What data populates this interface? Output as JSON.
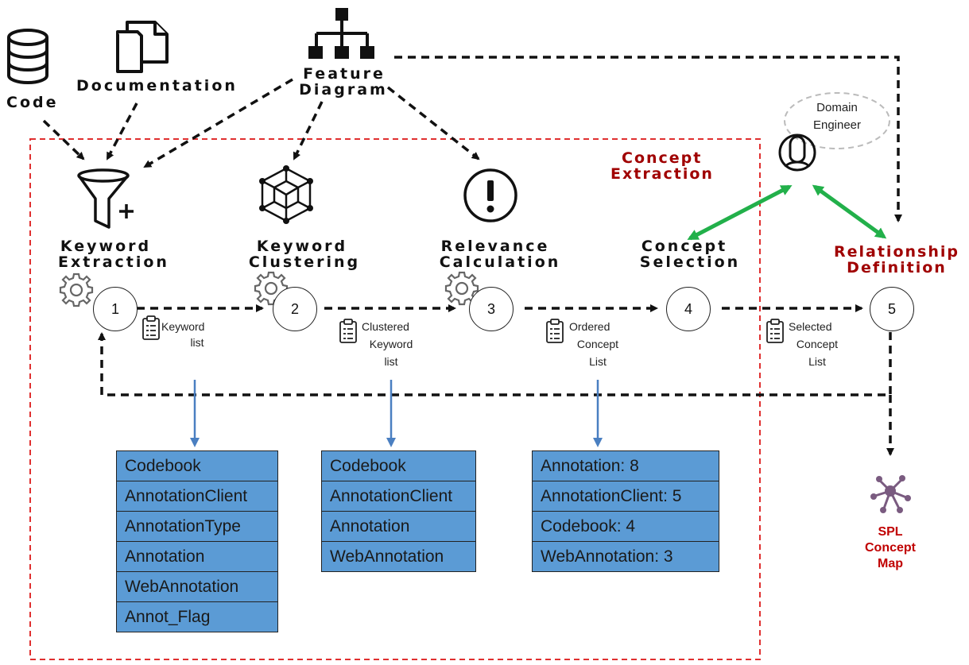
{
  "sources": {
    "code": "Code",
    "documentation": "Documentation",
    "feature_diagram_line1": "Feature",
    "feature_diagram_line2": "Diagram"
  },
  "region_title_line1": "Concept",
  "region_title_line2": "Extraction",
  "domain_engineer_line1": "Domain",
  "domain_engineer_line2": "Engineer",
  "steps": [
    {
      "number": "1",
      "title_line1": "Keyword",
      "title_line2": "Extraction"
    },
    {
      "number": "2",
      "title_line1": "Keyword",
      "title_line2": "Clustering"
    },
    {
      "number": "3",
      "title_line1": "Relevance",
      "title_line2": "Calculation"
    },
    {
      "number": "4",
      "title_line1": "Concept",
      "title_line2": "Selection"
    },
    {
      "number": "5",
      "title_line1": "Relationship",
      "title_line2": "Definition"
    }
  ],
  "artifacts": [
    {
      "line1": "Keyword",
      "line2": "list",
      "line3": ""
    },
    {
      "line1": "Clustered",
      "line2": "Keyword",
      "line3": "list"
    },
    {
      "line1": "Ordered",
      "line2": "Concept",
      "line3": "List"
    },
    {
      "line1": "Selected",
      "line2": "Concept",
      "line3": "List"
    }
  ],
  "tables": {
    "keyword_list": [
      "Codebook",
      "AnnotationClient",
      "AnnotationType",
      "Annotation",
      "WebAnnotation",
      "Annot_Flag"
    ],
    "clustered_list": [
      "Codebook",
      "AnnotationClient",
      "Annotation",
      "WebAnnotation"
    ],
    "ordered_list": [
      "Annotation: 8",
      "AnnotationClient: 5",
      "Codebook: 4",
      "WebAnnotation: 3"
    ]
  },
  "output_line1": "SPL",
  "output_line2": "Concept",
  "output_line3": "Map",
  "colors": {
    "region_border": "#e03030",
    "table_fill": "#5b9bd5",
    "engineer_arrow": "#22b04a",
    "table_arrow": "#4a7fc1",
    "accent_red": "#a00000",
    "map_icon": "#7a5b80"
  }
}
